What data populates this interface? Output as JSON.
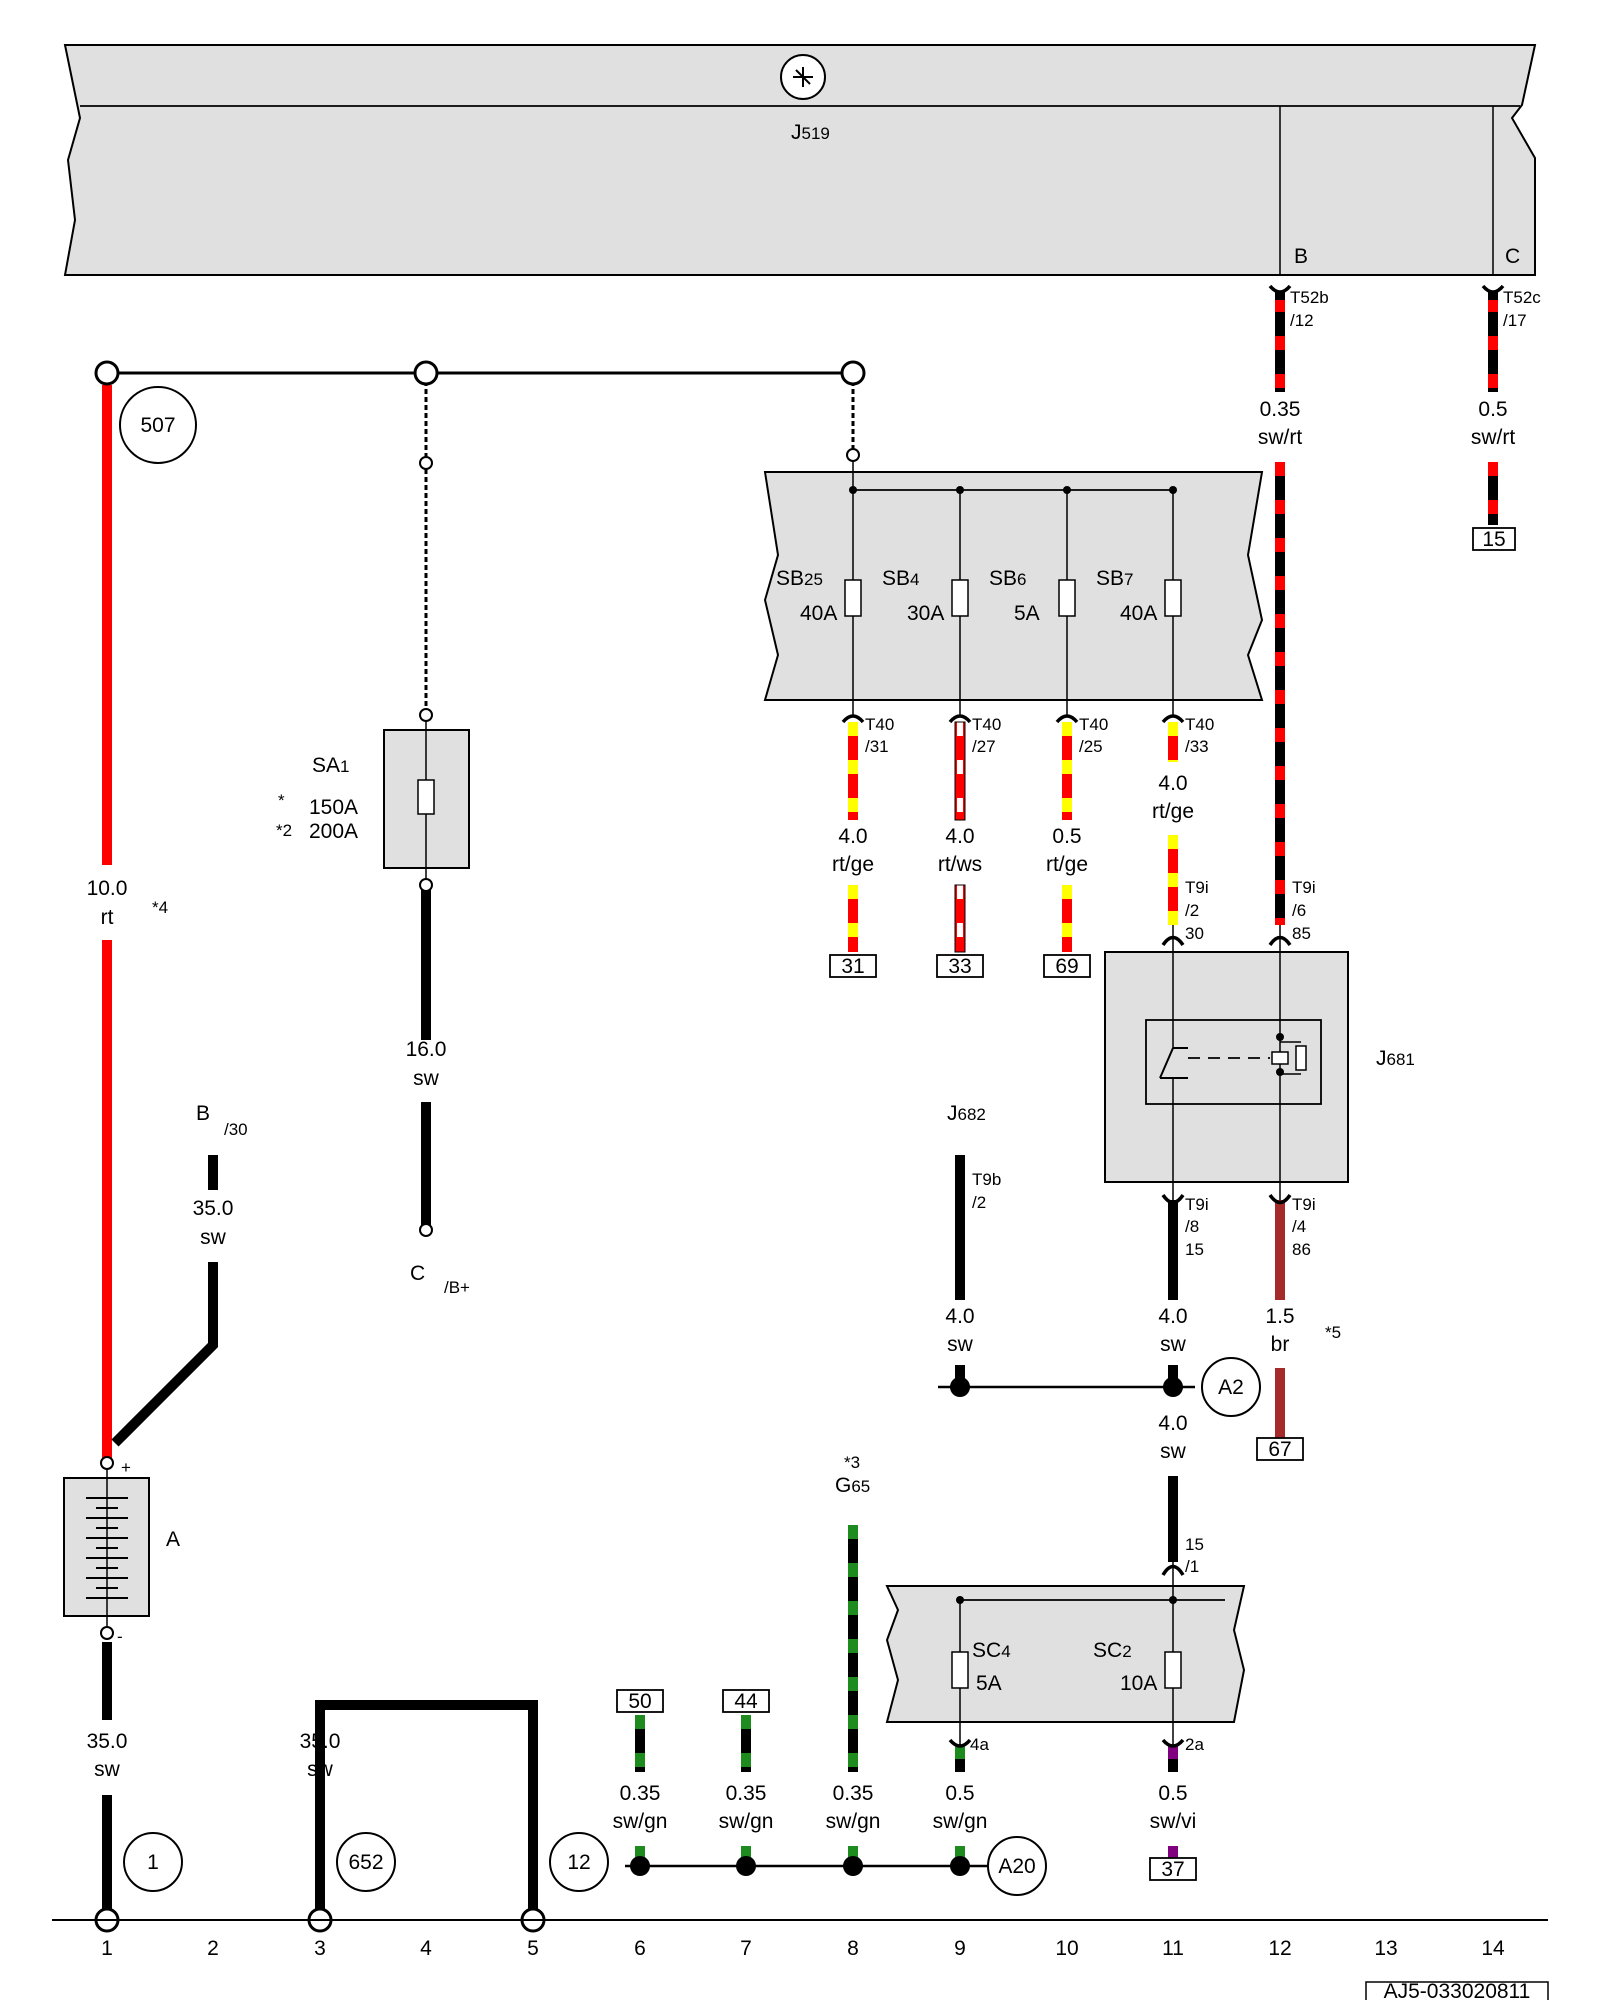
{
  "module": {
    "name": "J",
    "sub": "519",
    "pin_b": "B",
    "pin_c": "C"
  },
  "connectors": {
    "t52b": {
      "name": "T52b",
      "pin": "/12"
    },
    "t52c": {
      "name": "T52c",
      "pin": "/17"
    },
    "sb25": {
      "name": "T40",
      "pin": "/31"
    },
    "sb4": {
      "name": "T40",
      "pin": "/27"
    },
    "sb6": {
      "name": "T40",
      "pin": "/25"
    },
    "sb7": {
      "name": "T40",
      "pin": "/33"
    },
    "t9i_2": {
      "name": "T9i",
      "pin": "/2",
      "term": "30"
    },
    "t9i_6": {
      "name": "T9i",
      "pin": "/6",
      "term": "85"
    },
    "t9i_8": {
      "name": "T9i",
      "pin": "/8",
      "term": "15"
    },
    "t9i_4": {
      "name": "T9i",
      "pin": "/4",
      "term": "86"
    },
    "t9b": {
      "name": "T9b",
      "pin": "/2"
    },
    "c15": {
      "name": "15",
      "pin": "/1"
    },
    "c4a": {
      "name": "4a"
    },
    "c2a": {
      "name": "2a"
    }
  },
  "wires": {
    "w12_top": {
      "size": "0.35",
      "color": "sw/rt"
    },
    "w14_top": {
      "size": "0.5",
      "color": "sw/rt"
    },
    "w1_main": {
      "size": "10.0",
      "color": "rt"
    },
    "w_sa1": {
      "size": "16.0",
      "color": "sw"
    },
    "w_b30": {
      "size": "35.0",
      "color": "sw"
    },
    "w_sb25": {
      "size": "4.0",
      "color": "rt/ge"
    },
    "w_sb4": {
      "size": "4.0",
      "color": "rt/ws"
    },
    "w_sb6": {
      "size": "0.5",
      "color": "rt/ge"
    },
    "w_sb7": {
      "size": "4.0",
      "color": "rt/ge"
    },
    "w_j682": {
      "size": "4.0",
      "color": "sw"
    },
    "w_t9i8": {
      "size": "4.0",
      "color": "sw"
    },
    "w_t9i4": {
      "size": "1.5",
      "color": "br"
    },
    "w_sc_in": {
      "size": "4.0",
      "color": "sw"
    },
    "w_bat": {
      "size": "35.0",
      "color": "sw"
    },
    "w_g3": {
      "size": "35.0",
      "color": "sw"
    },
    "w6": {
      "size": "0.35",
      "color": "sw/gn"
    },
    "w7": {
      "size": "0.35",
      "color": "sw/gn"
    },
    "w8": {
      "size": "0.35",
      "color": "sw/gn"
    },
    "w9": {
      "size": "0.5",
      "color": "sw/gn"
    },
    "w11": {
      "size": "0.5",
      "color": "sw/vi"
    }
  },
  "references": {
    "r15": "15",
    "r31": "31",
    "r33": "33",
    "r69": "69",
    "r67": "67",
    "r50": "50",
    "r44": "44",
    "r37": "37"
  },
  "circles": {
    "c507": "507",
    "ca2": "A2",
    "c1": "1",
    "c652": "652",
    "c12": "12",
    "ca20": "A20"
  },
  "fuses": {
    "sb25": {
      "name": "SB",
      "sub": "25",
      "rating": "40A"
    },
    "sb4": {
      "name": "SB",
      "sub": "4",
      "rating": "30A"
    },
    "sb6": {
      "name": "SB",
      "sub": "6",
      "rating": "5A"
    },
    "sb7": {
      "name": "SB",
      "sub": "7",
      "rating": "40A"
    },
    "sc4": {
      "name": "SC",
      "sub": "4",
      "rating": "5A"
    },
    "sc2": {
      "name": "SC",
      "sub": "2",
      "rating": "10A"
    }
  },
  "sa1": {
    "name": "SA",
    "sub": "1",
    "n1": "*",
    "r1": "150A",
    "n2": "*2",
    "r2": "200A"
  },
  "components": {
    "j681": {
      "name": "J",
      "sub": "681"
    },
    "j682": {
      "name": "J",
      "sub": "682"
    },
    "g65": {
      "name": "G",
      "sub": "65",
      "note": "*3"
    },
    "battery": {
      "name": "A",
      "plus": "+",
      "minus": "-"
    }
  },
  "terminals": {
    "b30": {
      "name": "B",
      "sub": "/30"
    },
    "cb": {
      "name": "C",
      "sub": "/B+"
    }
  },
  "notes": {
    "n4": "*4",
    "n5": "*5"
  },
  "grid": [
    "1",
    "2",
    "3",
    "4",
    "5",
    "6",
    "7",
    "8",
    "9",
    "10",
    "11",
    "12",
    "13",
    "14"
  ],
  "image_id": "AJ5-033020811",
  "colors": {
    "rt": "#ff0000",
    "ge": "#ffff00",
    "sw": "#000000",
    "ws": "#ffffff",
    "br": "#a52a2a",
    "gn": "#1e8b1e",
    "vi": "#800080",
    "panel": "#e0e0e0"
  }
}
